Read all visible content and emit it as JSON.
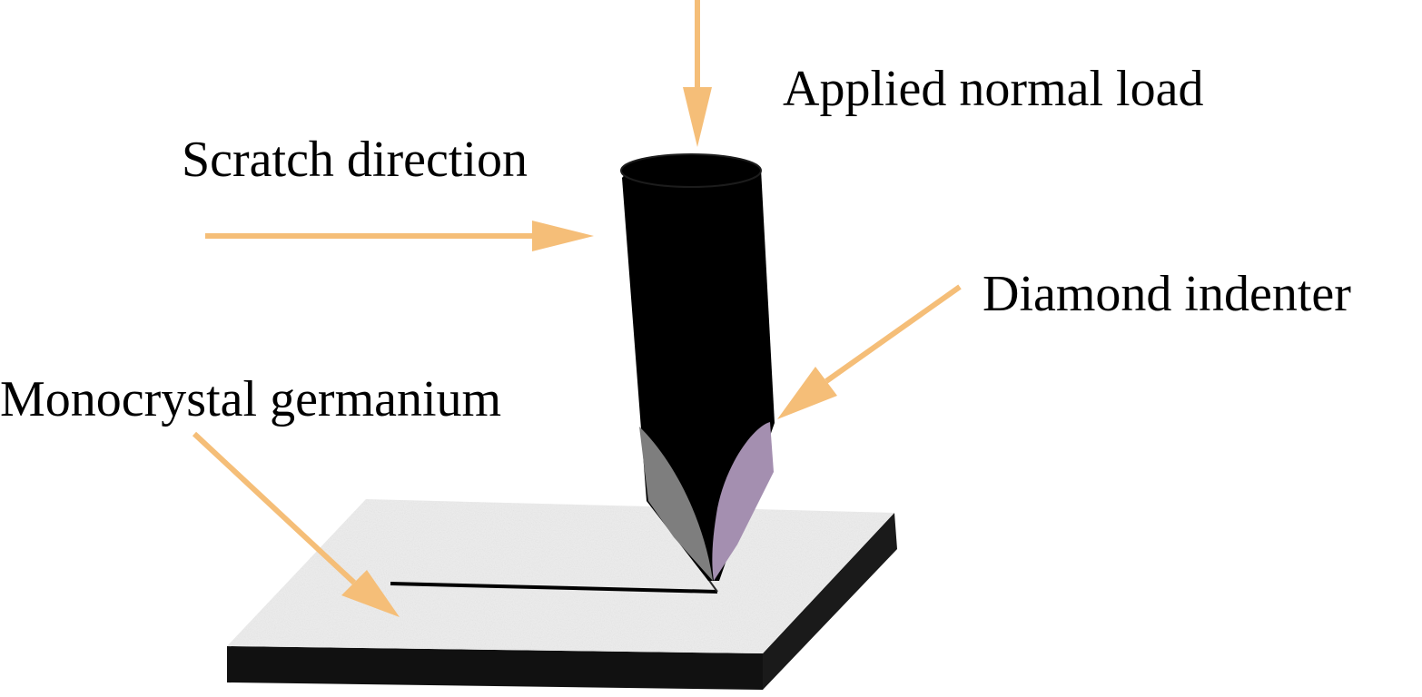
{
  "labels": {
    "applied_normal_load": "Applied normal load",
    "scratch_direction": "Scratch direction",
    "diamond_indenter": "Diamond indenter",
    "monocrystal_germanium": "Monocrystal germanium"
  },
  "colors": {
    "arrow": "#F5BE78",
    "indenter_body": "#000000",
    "facet_left": "#7E7E7E",
    "facet_right": "#A48FB0",
    "substrate_top": "#EDEDED",
    "substrate_edge": "#111111",
    "text": "#000000"
  }
}
